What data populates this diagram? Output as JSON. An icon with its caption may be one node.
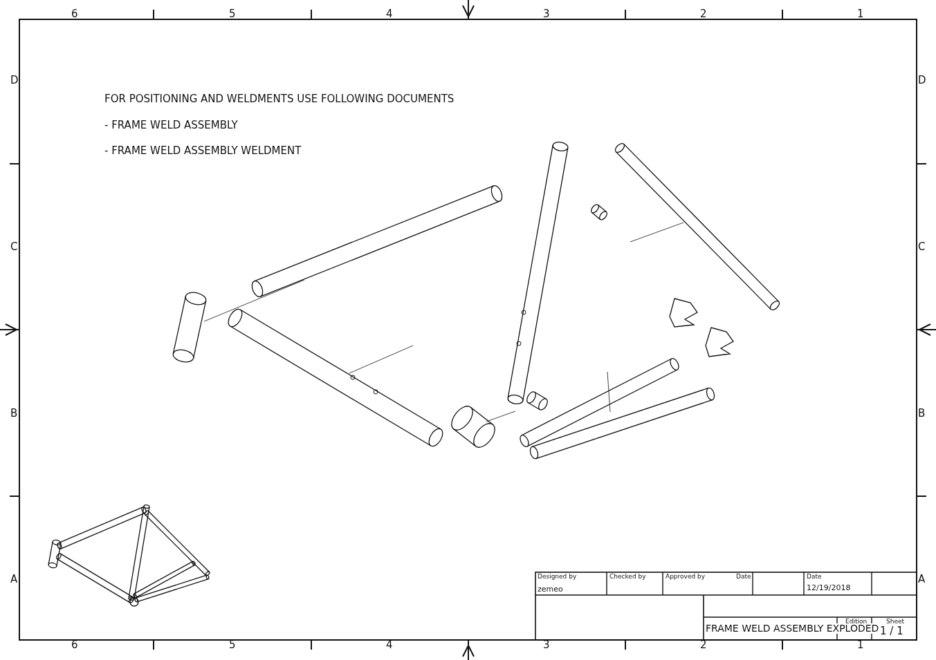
{
  "diagram": {
    "labels": [
      "6",
      "5",
      "4",
      "3",
      "2",
      "1",
      "D",
      "D",
      "C",
      "C",
      "B",
      "B",
      "A",
      "A",
      "FOR POSITIONING AND WELDMENTS USE FOLLOWING DOCUMENTS",
      "- FRAME WELD ASSEMBLY",
      "- FRAME WELD ASSEMBLY WELDMENT",
      "Designed by",
      "Checked by",
      "Approved by",
      "Date",
      "Date",
      "zemeo",
      "12/19/2018",
      "Edition",
      "Sheet",
      "FRAME WELD ASSEMBLY EXPLODED",
      "1 / 1",
      "6",
      "5",
      "4",
      "3",
      "2",
      "1"
    ]
  }
}
